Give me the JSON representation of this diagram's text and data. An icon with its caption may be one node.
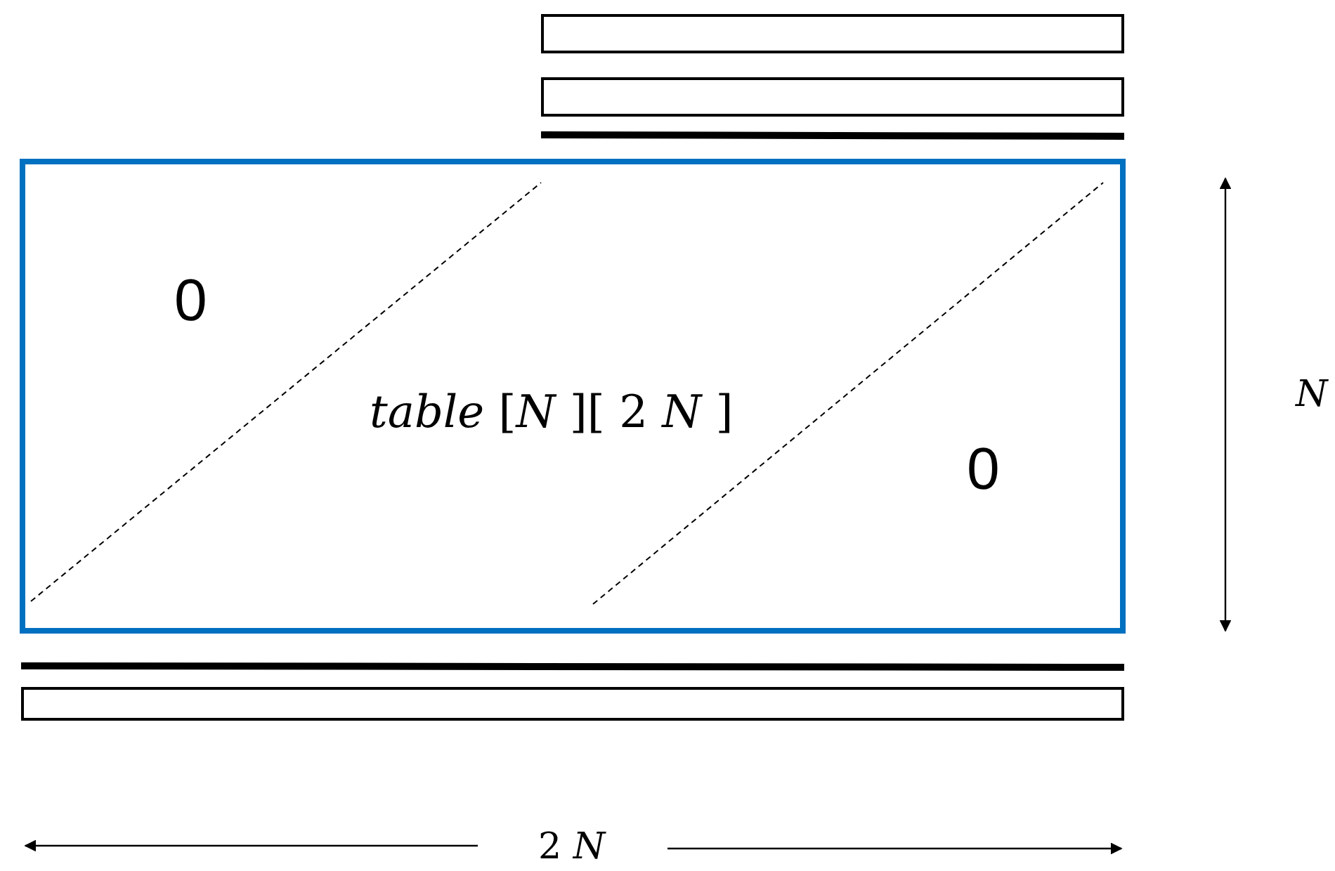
{
  "diagram": {
    "nodes": [
      {
        "text": [],
        "shape": "bar"
      },
      {
        "text": [],
        "shape": "bar"
      },
      {
        "text": [
          "*table* [*N* ][ 2 *N* ]"
        ]
      },
      {
        "text": [],
        "shape": "bar"
      }
    ],
    "labels": [
      "0",
      "0",
      "*N*",
      "2 *N*"
    ]
  }
}
